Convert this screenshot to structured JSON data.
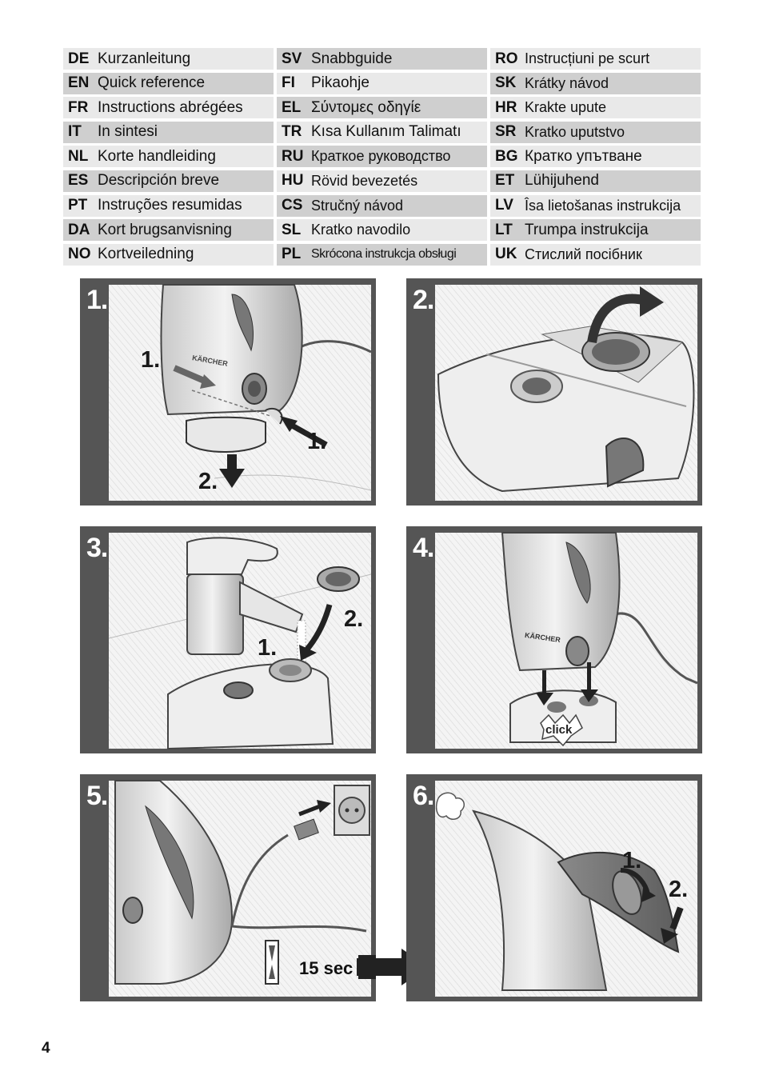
{
  "languages": [
    [
      {
        "code": "DE",
        "label": "Kurzanleitung"
      },
      {
        "code": "EN",
        "label": "Quick reference"
      },
      {
        "code": "FR",
        "label": "Instructions abrégées"
      },
      {
        "code": "IT",
        "label": "In sintesi"
      },
      {
        "code": "NL",
        "label": "Korte handleiding"
      },
      {
        "code": "ES",
        "label": "Descripción breve"
      },
      {
        "code": "PT",
        "label": "Instruções resumidas"
      },
      {
        "code": "DA",
        "label": "Kort brugsanvisning"
      },
      {
        "code": "NO",
        "label": "Kortveiledning"
      }
    ],
    [
      {
        "code": "SV",
        "label": "Snabbguide"
      },
      {
        "code": "FI",
        "label": "Pikaohje"
      },
      {
        "code": "EL",
        "label": "Σύντομες οδηγίε"
      },
      {
        "code": "TR",
        "label": "Kısa Kullanım Talimatı"
      },
      {
        "code": "RU",
        "label": "Краткое руководство"
      },
      {
        "code": "HU",
        "label": "Rövid bevezetés"
      },
      {
        "code": "CS",
        "label": "Stručný návod"
      },
      {
        "code": "SL",
        "label": "Kratko navodilo"
      },
      {
        "code": "PL",
        "label": "Skrócona instrukcja obsługi"
      }
    ],
    [
      {
        "code": "RO",
        "label": "Instrucțiuni pe scurt"
      },
      {
        "code": "SK",
        "label": "Krátky návod"
      },
      {
        "code": "HR",
        "label": "Krakte upute"
      },
      {
        "code": "SR",
        "label": "Kratko uputstvo"
      },
      {
        "code": "BG",
        "label": "Кратко упътване"
      },
      {
        "code": "ET",
        "label": "Lühijuhend"
      },
      {
        "code": "LV",
        "label": "Îsa lietošanas instrukcija"
      },
      {
        "code": "LT",
        "label": "Trumpa instrukcija"
      },
      {
        "code": "UK",
        "label": "Стислий посібник"
      }
    ]
  ],
  "steps": [
    {
      "number": "1.",
      "callouts": [
        "1.",
        "1.",
        "2."
      ],
      "brand": "KÄRCHER"
    },
    {
      "number": "2."
    },
    {
      "number": "3.",
      "callouts": [
        "2.",
        "1."
      ]
    },
    {
      "number": "4.",
      "brand": "KÄRCHER",
      "click": "click"
    },
    {
      "number": "5.",
      "timer": "15 sec"
    },
    {
      "number": "6.",
      "callouts": [
        "1.",
        "2."
      ]
    }
  ],
  "page_number": "4"
}
